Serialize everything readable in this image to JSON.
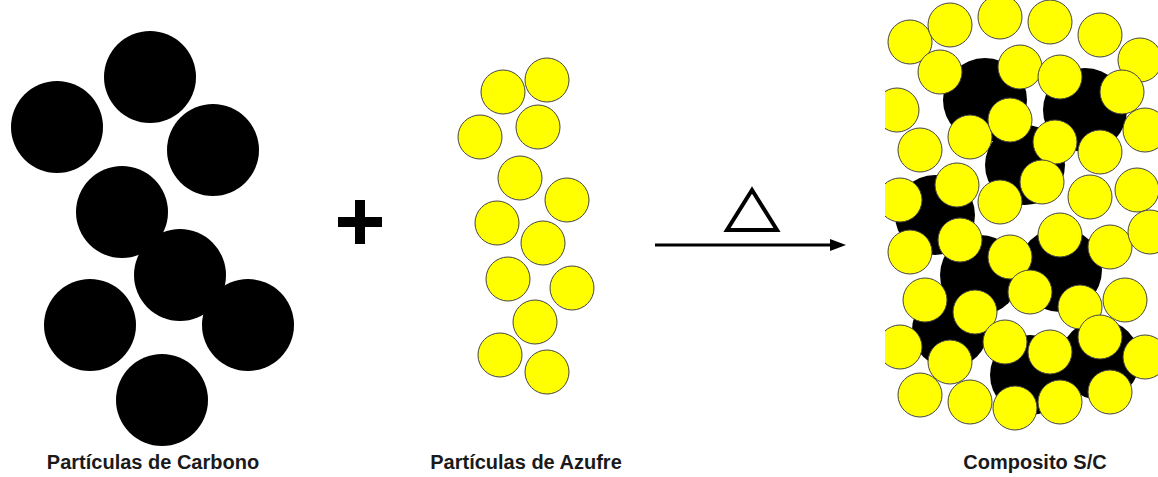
{
  "diagram": {
    "labels": [
      "Partículas de Carbono",
      "Partículas de Azufre",
      "Composito S/C"
    ]
  }
}
